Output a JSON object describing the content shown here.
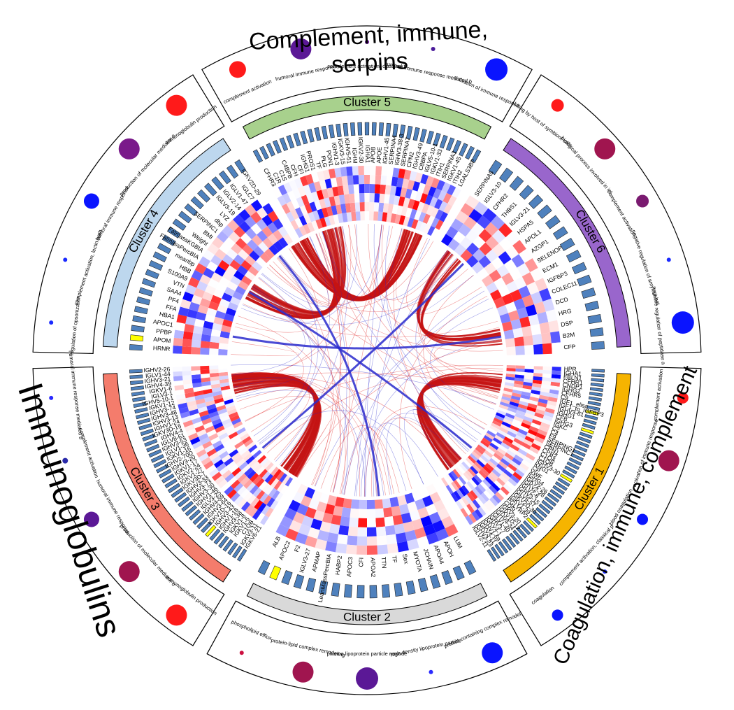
{
  "themes": [
    {
      "id": "t-complement-immune-serpins",
      "label": "Complement, immune, serpins"
    },
    {
      "id": "t-coagulation",
      "label": "Coagulation, immune, complement"
    },
    {
      "id": "t-immunoglobulins",
      "label": "Immunoglobulins"
    }
  ],
  "clusters": [
    {
      "id": "cluster-5",
      "label": "Cluster 5",
      "color": "#a8d18d",
      "go_terms": [
        {
          "label": "complement activation",
          "dot_color": "#ff1a1a",
          "size": 12
        },
        {
          "label": "humoral immune response",
          "dot_color": "#5b1896",
          "size": 15
        },
        {
          "label": "complement activation, classical pathway",
          "dot_color": "#6a1b9a",
          "size": 3
        },
        {
          "label": "humoral immune response mediated by circulating",
          "dot_color": "#4a1a9a",
          "size": 3
        },
        {
          "label": "activation of immune response",
          "dot_color": "#0a14ff",
          "size": 16
        }
      ]
    },
    {
      "id": "cluster-6",
      "label": "Cluster 6",
      "color": "#9966cc",
      "go_terms": [
        {
          "label": "killing by host of symbiont cells",
          "dot_color": "#ff1a1a",
          "size": 9
        },
        {
          "label": "biological process involved in interaction with",
          "dot_color": "#a0154f",
          "size": 15
        },
        {
          "label": "complement activation",
          "dot_color": "#7a1a70",
          "size": 9
        },
        {
          "label": "negative regulation of amyloid-beta formation",
          "dot_color": "#1a2aff",
          "size": 3
        },
        {
          "label": "negative regulation of peptidase activity",
          "dot_color": "#0a14ff",
          "size": 16
        }
      ]
    },
    {
      "id": "cluster-1",
      "label": "Cluster 1",
      "color": "#f6b400",
      "go_terms": [
        {
          "label": "complement activation",
          "dot_color": "#ff1a1a",
          "size": 8
        },
        {
          "label": "activation of immune response",
          "dot_color": "#a0154f",
          "size": 15
        },
        {
          "label": "blood coagulation",
          "dot_color": "#0a14ff",
          "size": 8
        },
        {
          "label": "complement activation, classical pathway",
          "dot_color": "#1a2aff",
          "size": 3
        },
        {
          "label": "coagulation",
          "dot_color": "#0a14ff",
          "size": 8
        }
      ]
    },
    {
      "id": "cluster-2",
      "label": "Cluster 2",
      "color": "#d9d9d9",
      "go_terms": [
        {
          "label": "protein-containing complex remodeling",
          "dot_color": "#0a14ff",
          "size": 15
        },
        {
          "label": "high-density lipoprotein particle remodeling",
          "dot_color": "#2a2aff",
          "size": 3
        },
        {
          "label": "plasma lipoprotein particle remodeling",
          "dot_color": "#5b1896",
          "size": 16
        },
        {
          "label": "protein-lipid complex remodeling",
          "dot_color": "#a0154f",
          "size": 15
        },
        {
          "label": "phospholipid efflux",
          "dot_color": "#cc1040",
          "size": 3
        }
      ]
    },
    {
      "id": "cluster-3",
      "label": "Cluster 3",
      "color": "#f47c6c",
      "go_terms": [
        {
          "label": "immunoglobulin production",
          "dot_color": "#ff1a1a",
          "size": 15
        },
        {
          "label": "production of molecular mediator of immune response",
          "dot_color": "#a0154f",
          "size": 15
        },
        {
          "label": "humoral immune response",
          "dot_color": "#5b1896",
          "size": 11
        },
        {
          "label": "complement activation",
          "dot_color": "#2a2aaa",
          "size": 4
        },
        {
          "label": "humoral immune response mediated by circulating immunoglobulin",
          "dot_color": "#2a2aff",
          "size": 3
        }
      ]
    },
    {
      "id": "cluster-4",
      "label": "Cluster 4",
      "color": "#bdd7ee",
      "go_terms": [
        {
          "label": "regulation of opsonization",
          "dot_color": "#1a2aff",
          "size": 3
        },
        {
          "label": "complement activation, lectin pathway",
          "dot_color": "#1a2aff",
          "size": 3
        },
        {
          "label": "humoral immune response",
          "dot_color": "#0a14ff",
          "size": 11
        },
        {
          "label": "production of molecular mediator of immune response",
          "dot_color": "#7a1a8a",
          "size": 15
        },
        {
          "label": "immunoglobulin production",
          "dot_color": "#ff1a1a",
          "size": 15
        }
      ]
    }
  ],
  "genes": {
    "cluster-5": [
      "CFHR3",
      "C1R",
      "C1S",
      "C4BPB",
      "CFH",
      "CFI",
      "IGHG1",
      "PROS1",
      "TF",
      "PLG",
      "PON1",
      "IGHV1-3",
      "IGKV3-15",
      "IGHV5-51",
      "IGHM",
      "IGKV2-30",
      "IGHA1",
      "APOB",
      "APOE",
      "IGHV1-45",
      "SERPINA4",
      "IGHV3-38-3",
      "SERPINA7",
      "CPN2",
      "IGHV3-49",
      "C8BPA",
      "IGLV5-10-1",
      "IGKV1-33",
      "ITIH1",
      "SERPINA3",
      "IGKV1-45",
      "ITIH2",
      "LGALS3BP"
    ],
    "cluster-6": [
      "SERPINA5",
      "IGLV3-10",
      "CFHR2",
      "THBS1",
      "IGLV3-21",
      "HSPA5",
      "APOL1",
      "AZGP1",
      "SELENOP",
      "ECM1",
      "IGFBP3",
      "COLEC11",
      "DCD",
      "HRG",
      "DSP",
      "B2M",
      "CFP"
    ],
    "cluster-1": [
      "HPR",
      "IGHA1",
      "FBLN1",
      "CFHR1",
      "CNDP1",
      "IGHG2",
      "CFHR5",
      "C9",
      "IGF1_elisa",
      "IGF1_to_IGFBP3",
      "IGHV3-61",
      "IGHG1",
      "CFB",
      "IGHG3",
      "IGKC",
      "C2",
      "C4",
      "F9",
      "SERPING1",
      "SERPINC1",
      "CPN1",
      "CPB2",
      "C1QA",
      "C1QB",
      "IGHV3-30",
      "KNG1",
      "CP",
      "VWF",
      "IGHG4",
      "IGKV2-26",
      "IGKV2-28",
      "IGLV2-8",
      "IGHV3-15",
      "IGLV6-57",
      "IGKV2D-30",
      "IGKV1-39",
      "PGLYRP2",
      "CD5L",
      "IGKV3-20",
      "IGKV1D-12",
      "IGHV4-34",
      "IGLV1-40",
      "IGHV3-7",
      "IGKV4-1",
      "IGHV1-69",
      "IGKV3-11",
      "IGHV3-23",
      "IGLV2-11"
    ],
    "cluster-2": [
      "LUM",
      "APOH",
      "APOA4",
      "JCHAIN",
      "MYOTA",
      "Sex",
      "TF",
      "TTN",
      "APOA2",
      "CFI",
      "APOC3",
      "HABP2",
      "LeanMassPercBIA",
      "APMAP",
      "IGLV3-27",
      "F2",
      "APOC2",
      "ALB"
    ],
    "cluster-3": [
      "IGKV6-21",
      "IGKV3-11",
      "C1QB",
      "IGKV1-5",
      "IGKV1-8",
      "IGHV3-38",
      "IGHV1-18",
      "IGHV3-43",
      "IGKV1D-16",
      "IGHV3-64",
      "IGHV4-59",
      "IGLV3-25",
      "IGHV1-46",
      "IGHV3-30",
      "IGHV3-73",
      "IGHV3-33",
      "IGKV3D-7",
      "IGKV1-27",
      "IGKV2-24",
      "IGKV1-17",
      "IGHV3-20",
      "IGHV2-70D",
      "IGKV1-16",
      "IGLV1-36",
      "IGHV3-53",
      "IGLV8-61",
      "IGHV4-4",
      "IGKV3D-15",
      "IGHV1-24",
      "IGHV3-13",
      "IGHV3-48",
      "IGHV3-74",
      "IGKV1-12",
      "IGHV5-10-1",
      "IGLV3-1",
      "IGKV1-6",
      "IGHV4-39",
      "IGHV3-21",
      "IGLV1-44",
      "IGHV2-26"
    ],
    "cluster-4": [
      "HRNR",
      "APOM",
      "PPBP",
      "APOC1",
      "HBA1",
      "FFA",
      "PF4",
      "SAA4",
      "VTN",
      "S100A9",
      "HBB",
      "meanbp",
      "FatmassPercBIA",
      "FatmassKGBIA",
      "Weight",
      "BMI",
      "SERPINC1",
      "dbp",
      "LYZ",
      "IGLV3-19",
      "IGLV2-14",
      "IGLV1-47",
      "IGLC7",
      "IGKV2D-29"
    ]
  },
  "legend_colors": {
    "bar_fill": "#4f81bd",
    "bar_highlight": "#ffff00",
    "heat_high": "#ff0000",
    "heat_low": "#0000ff",
    "link_pos": "#dd1111",
    "link_neg": "#2222cc"
  }
}
